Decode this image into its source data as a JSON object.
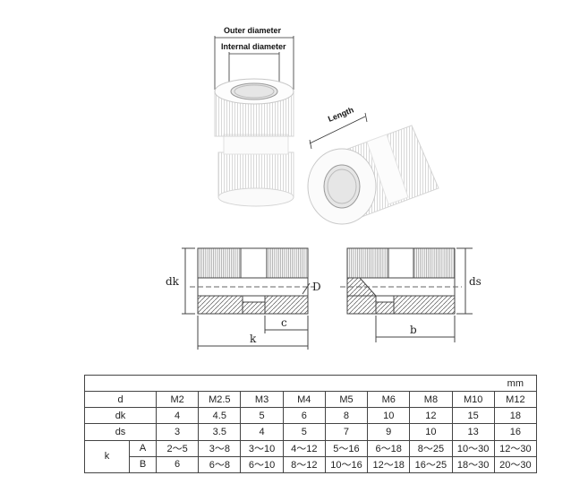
{
  "labels": {
    "outer_diameter": "Outer diameter",
    "internal_diameter": "Internal diameter",
    "length": "Length",
    "dk": "dk",
    "ds": "ds",
    "D": "D",
    "c": "c",
    "k": "k",
    "b": "b"
  },
  "table": {
    "unit": "mm",
    "header": [
      "d",
      "M2",
      "M2.5",
      "M3",
      "M4",
      "M5",
      "M6",
      "M8",
      "M10",
      "M12"
    ],
    "dk": [
      "dk",
      "4",
      "4.5",
      "5",
      "6",
      "8",
      "10",
      "12",
      "15",
      "18"
    ],
    "ds": [
      "ds",
      "3",
      "3.5",
      "4",
      "5",
      "7",
      "9",
      "10",
      "13",
      "16"
    ],
    "k_label": "k",
    "kA": [
      "A",
      "2～5",
      "3～8",
      "3～10",
      "4～12",
      "5～16",
      "6～18",
      "8～25",
      "10～30",
      "12～30"
    ],
    "kB": [
      "B",
      "6",
      "6～8",
      "6～10",
      "8～12",
      "10～16",
      "12～18",
      "16～25",
      "18～30",
      "20～30"
    ]
  }
}
